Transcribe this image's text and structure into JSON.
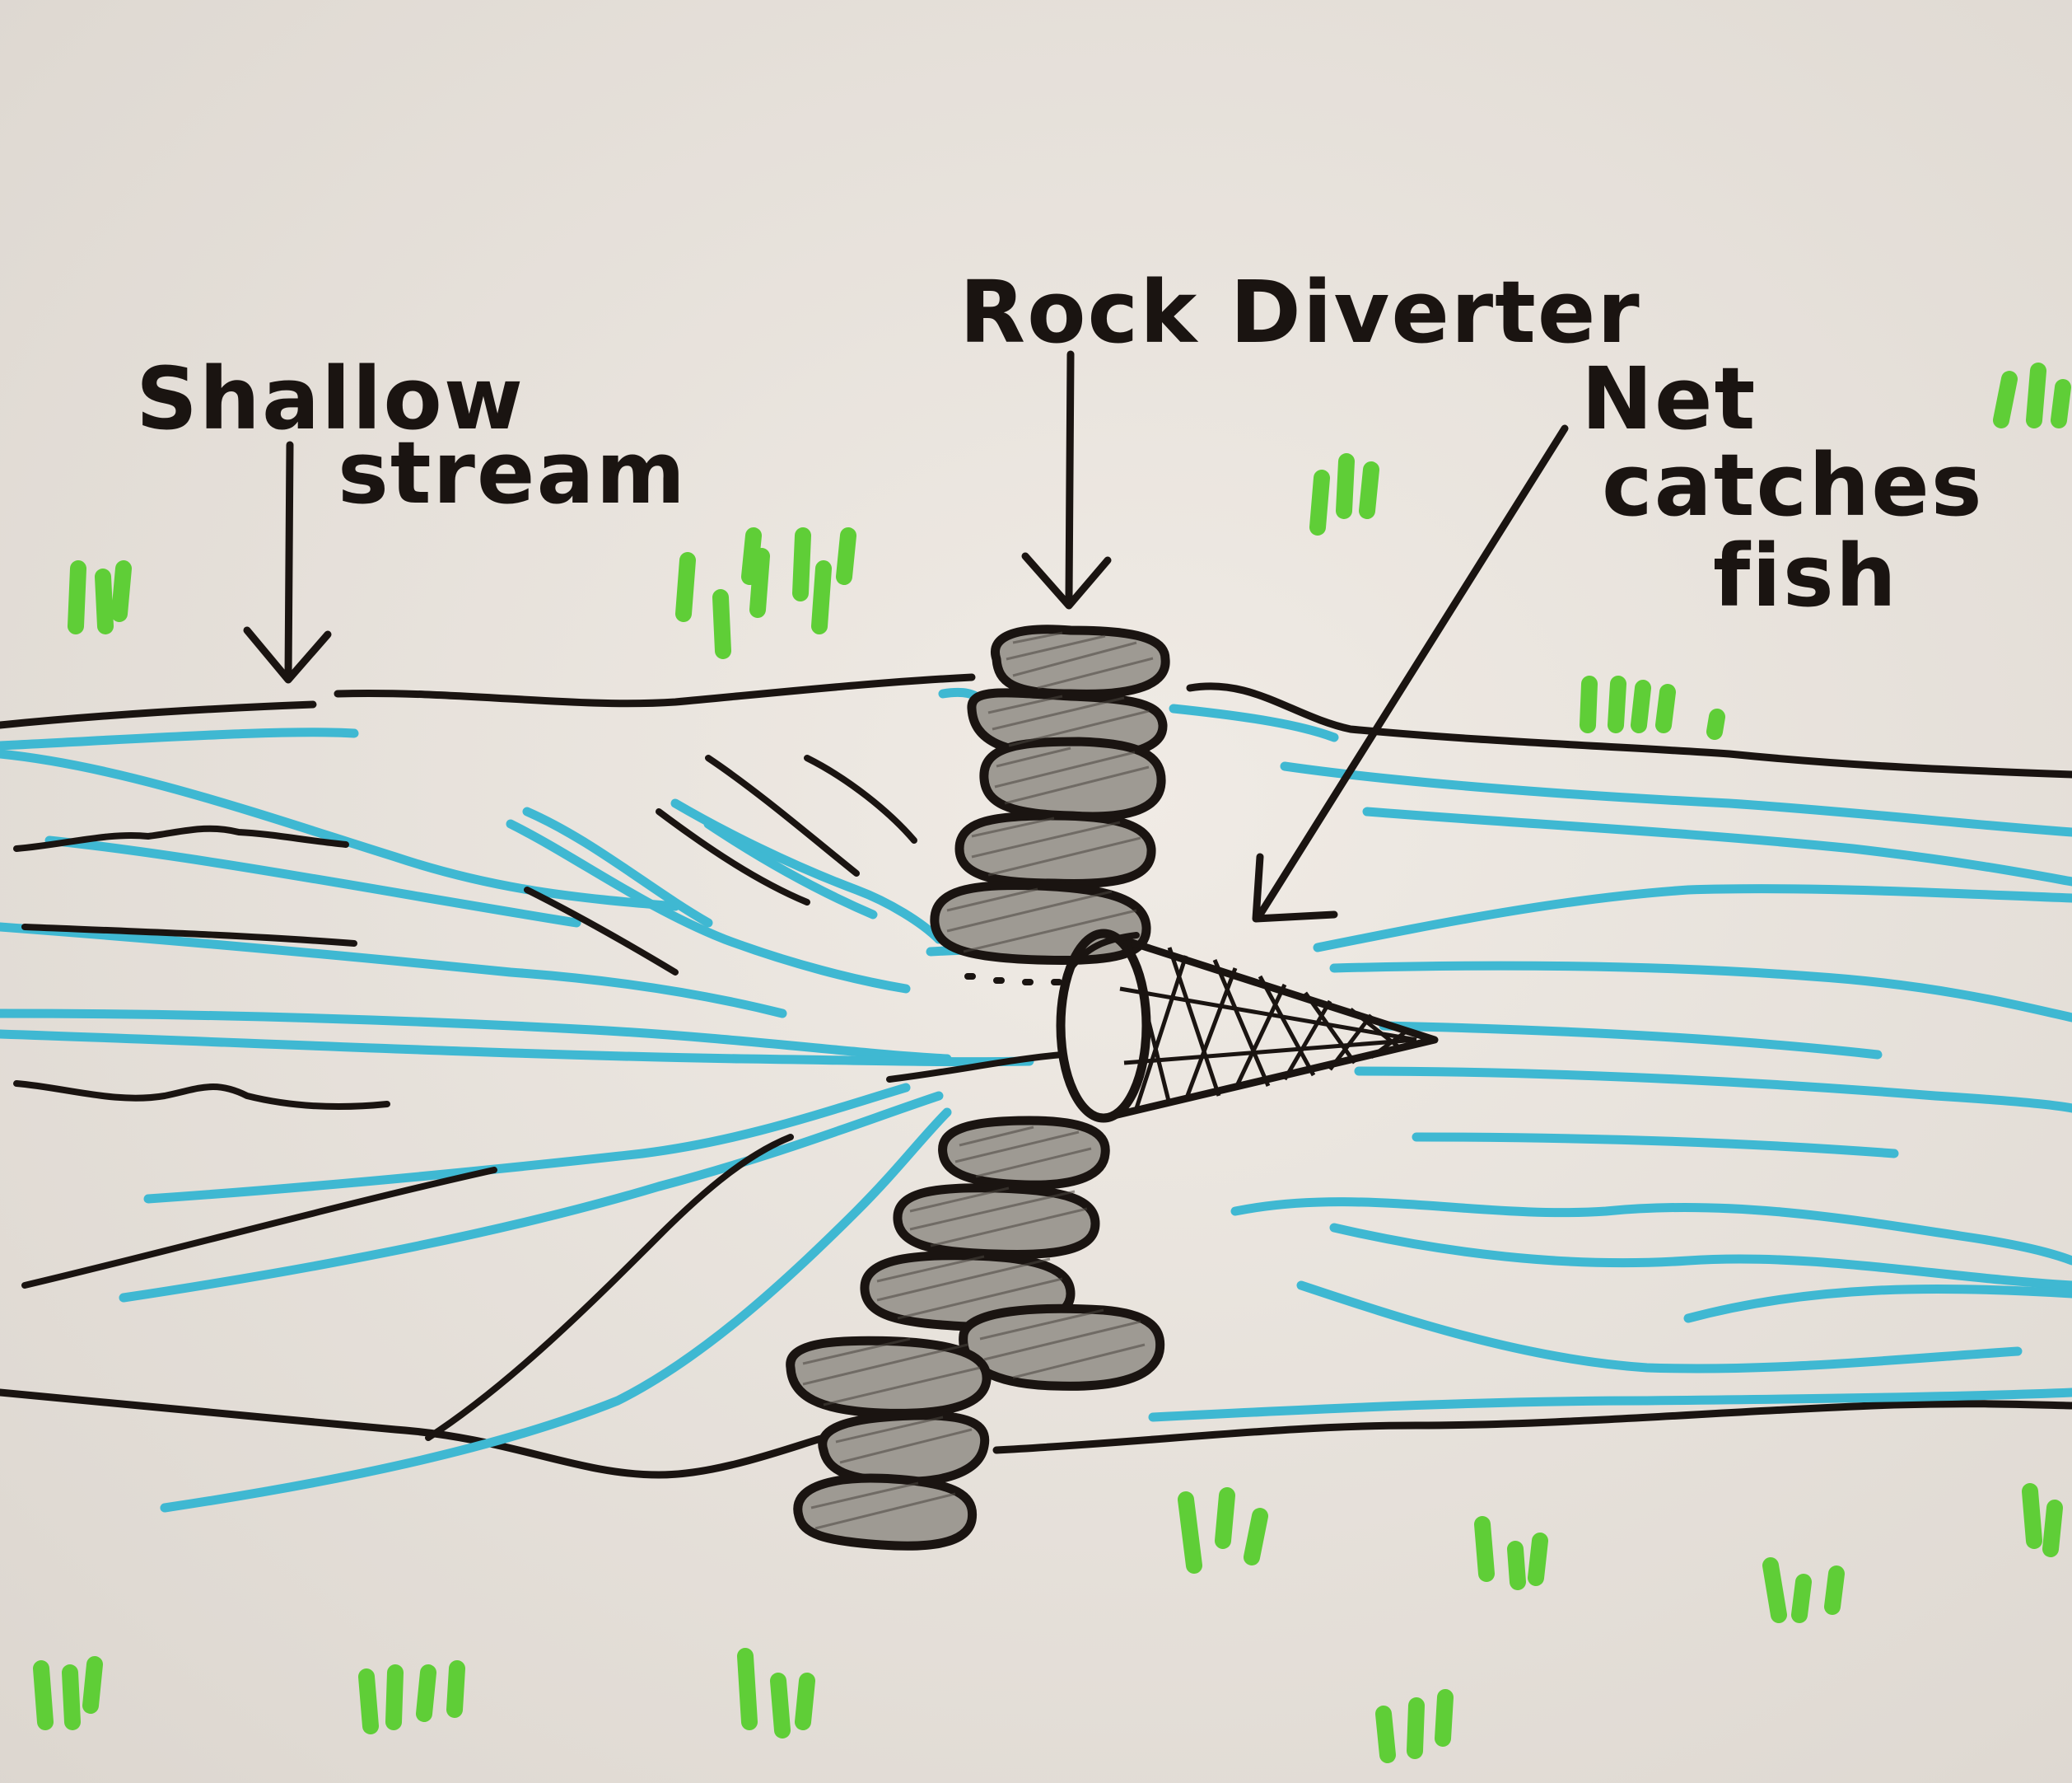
{
  "labels": {
    "rock_diverter": "Rock Diverter",
    "shallow_line1": "Shallow",
    "shallow_line2": "stream",
    "net_line1": "Net",
    "net_line2": "catches",
    "net_line3": "fish"
  },
  "colors": {
    "paper": "#e9e4de",
    "ink": "#1a1411",
    "water": "#3fb8d2",
    "grass": "#5fce37",
    "rock": "#9e9a93"
  }
}
